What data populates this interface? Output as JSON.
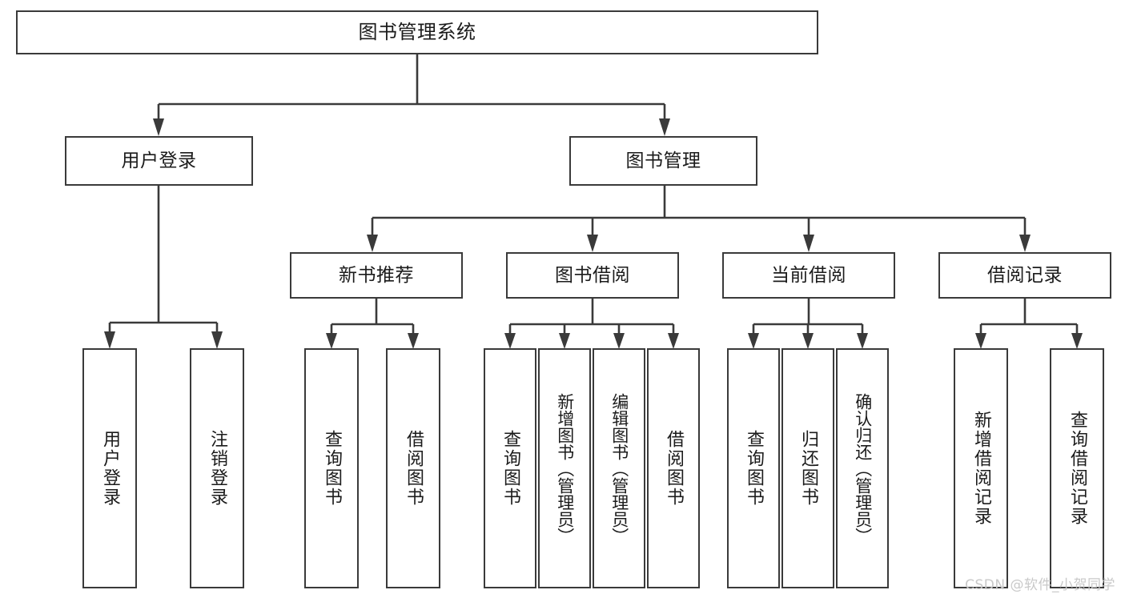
{
  "diagram": {
    "type": "tree",
    "title": "图书管理系统",
    "orientation": "top-down",
    "line_color": "#3a3a3a",
    "box_fill": "#ffffff",
    "text_color": "#1b1b1b",
    "levels": 4,
    "root": {
      "label": "图书管理系统"
    },
    "level2": [
      {
        "label": "用户登录"
      },
      {
        "label": "图书管理"
      }
    ],
    "level3": [
      {
        "label": "新书推荐"
      },
      {
        "label": "图书借阅"
      },
      {
        "label": "当前借阅"
      },
      {
        "label": "借阅记录"
      }
    ],
    "leaves": {
      "user_login": [
        {
          "label": "用户登录"
        },
        {
          "label": "注销登录"
        }
      ],
      "new_book": [
        {
          "label": "查询图书"
        },
        {
          "label": "借阅图书"
        }
      ],
      "book_borrow": [
        {
          "label": "查询图书"
        },
        {
          "label": "新增图书（管理员）"
        },
        {
          "label": "编辑图书（管理员）"
        },
        {
          "label": "借阅图书"
        }
      ],
      "current_borrow": [
        {
          "label": "查询图书"
        },
        {
          "label": "归还图书"
        },
        {
          "label": "确认归还（管理员）"
        }
      ],
      "borrow_record": [
        {
          "label": "新增借阅记录"
        },
        {
          "label": "查询借阅记录"
        }
      ]
    }
  },
  "watermark": {
    "text": "CSDN @软件_小贺同学",
    "color": "#c9c9c9"
  }
}
